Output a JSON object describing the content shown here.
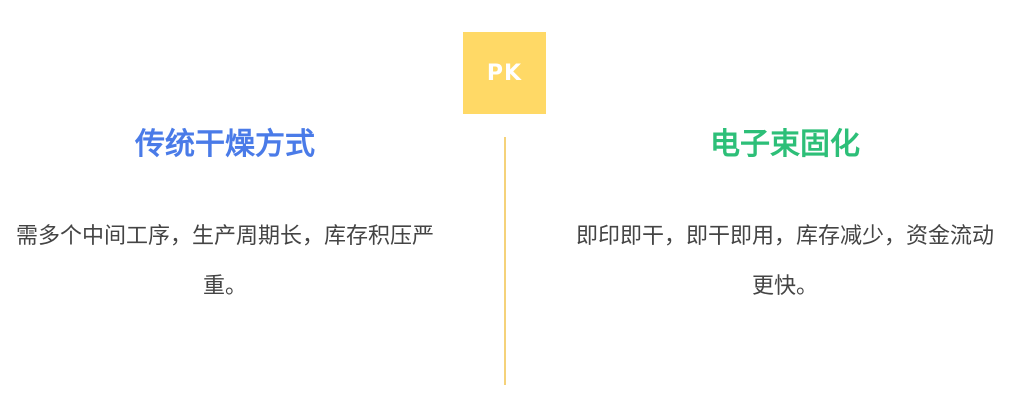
{
  "badge": {
    "label": "PK",
    "color": "#FFD966"
  },
  "divider": {
    "color": "#F5D27A"
  },
  "left": {
    "title": "传统干燥方式",
    "title_color": "#4A7BE8",
    "description": "需多个中间工序，生产周期长，库存积压严重。"
  },
  "right": {
    "title": "电子束固化",
    "title_color": "#2DBF78",
    "description": "即印即干，即干即用，库存减少，资金流动更快。"
  }
}
